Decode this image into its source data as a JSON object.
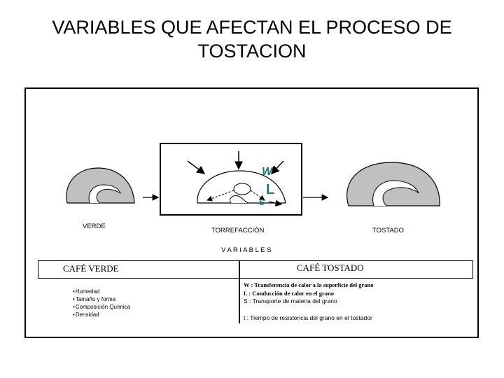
{
  "title": "VARIABLES QUE AFECTAN EL PROCESO DE TOSTACION",
  "stages": {
    "verde": "VERDE",
    "torrefaccion": "TORREFACCIÓN",
    "tostado": "TOSTADO"
  },
  "center_letters": {
    "w": "W",
    "l": "L",
    "s": "S"
  },
  "variables_label": "V A R I A B L E S",
  "table": {
    "left_header": "CAFÉ VERDE",
    "right_header": "CAFÉ TOSTADO",
    "left_items": [
      "Humedad",
      "Tamaño y forma",
      "Composición Química",
      "Densidad"
    ],
    "right_items": [
      "W : Transferencia de calor a la superficie del grano",
      "L  : Conducción de calor en el grano",
      "S  : Transporte de materia del grano",
      "t   : Tiempo de resistencia del grano en el tostador"
    ]
  },
  "colors": {
    "bean_fill": "#c0c0c0",
    "letter_color": "#1a7a6e"
  }
}
